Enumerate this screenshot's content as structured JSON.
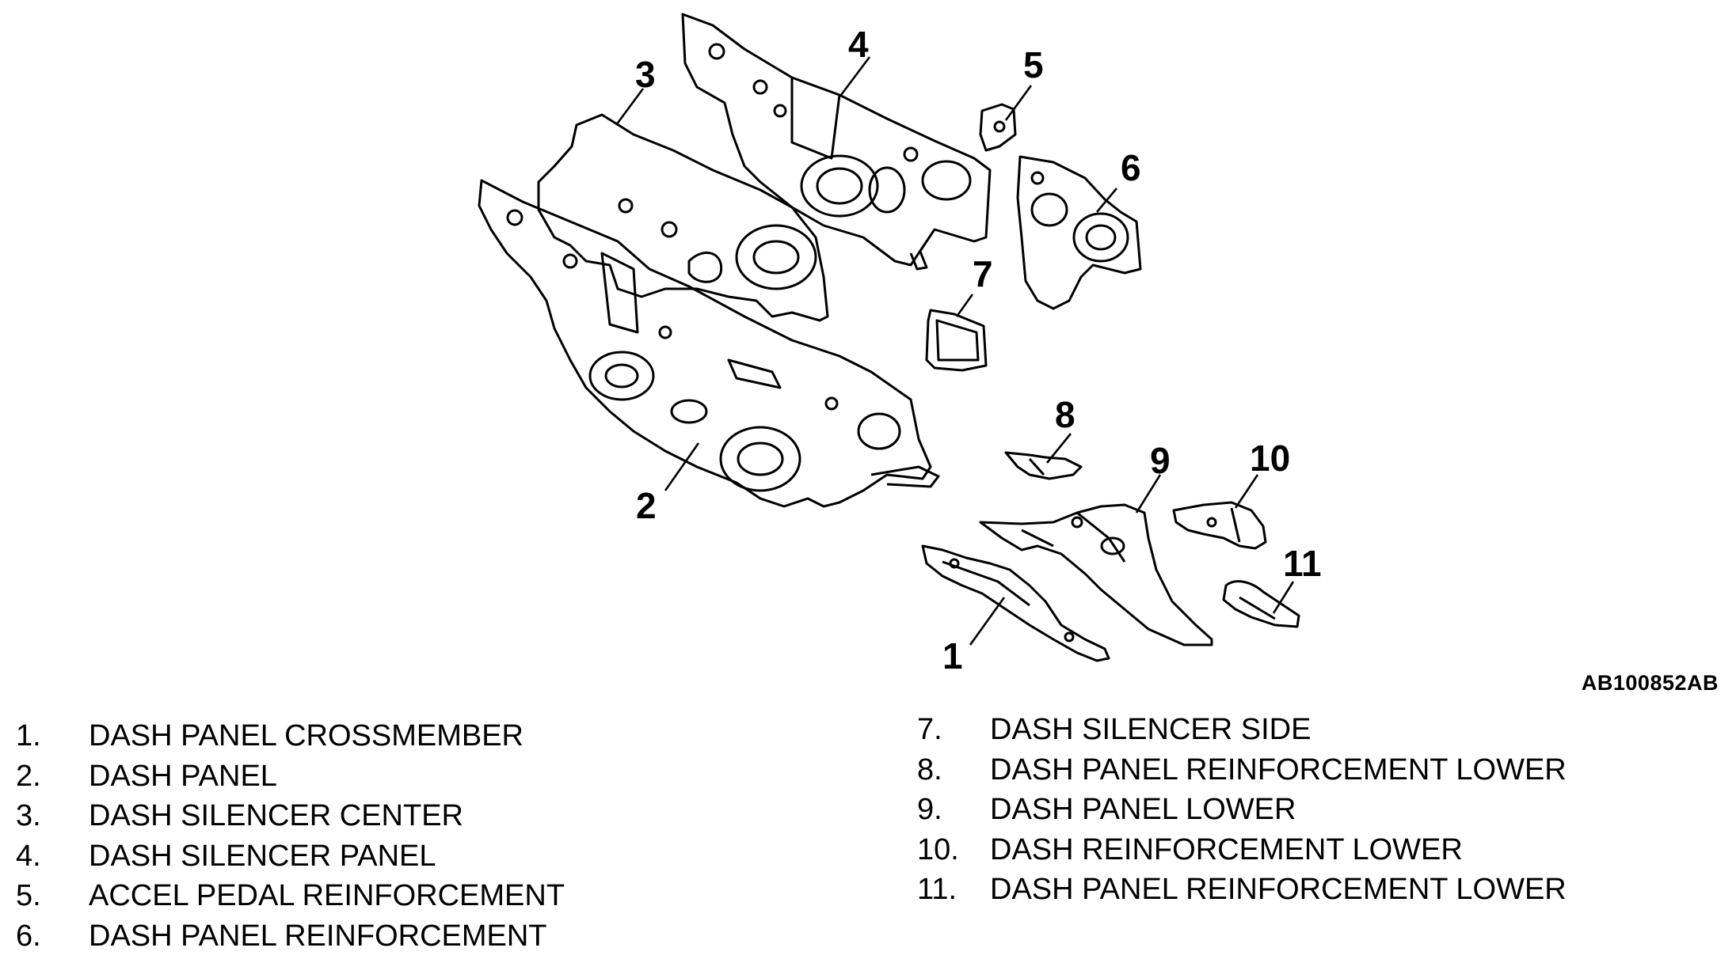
{
  "callouts": [
    "1",
    "2",
    "3",
    "4",
    "5",
    "6",
    "7",
    "8",
    "9",
    "10",
    "11"
  ],
  "figure_code": "AB100852AB",
  "legend": [
    {
      "num": "1.",
      "label": "DASH PANEL CROSSMEMBER"
    },
    {
      "num": "2.",
      "label": "DASH PANEL"
    },
    {
      "num": "3.",
      "label": "DASH SILENCER CENTER"
    },
    {
      "num": "4.",
      "label": "DASH SILENCER PANEL"
    },
    {
      "num": "5.",
      "label": "ACCEL PEDAL REINFORCEMENT"
    },
    {
      "num": "6.",
      "label": "DASH PANEL REINFORCEMENT"
    },
    {
      "num": "7.",
      "label": "DASH SILENCER SIDE"
    },
    {
      "num": "8.",
      "label": "DASH PANEL REINFORCEMENT LOWER"
    },
    {
      "num": "9.",
      "label": "DASH PANEL LOWER"
    },
    {
      "num": "10.",
      "label": "DASH REINFORCEMENT LOWER"
    },
    {
      "num": "11.",
      "label": "DASH PANEL REINFORCEMENT LOWER"
    }
  ]
}
